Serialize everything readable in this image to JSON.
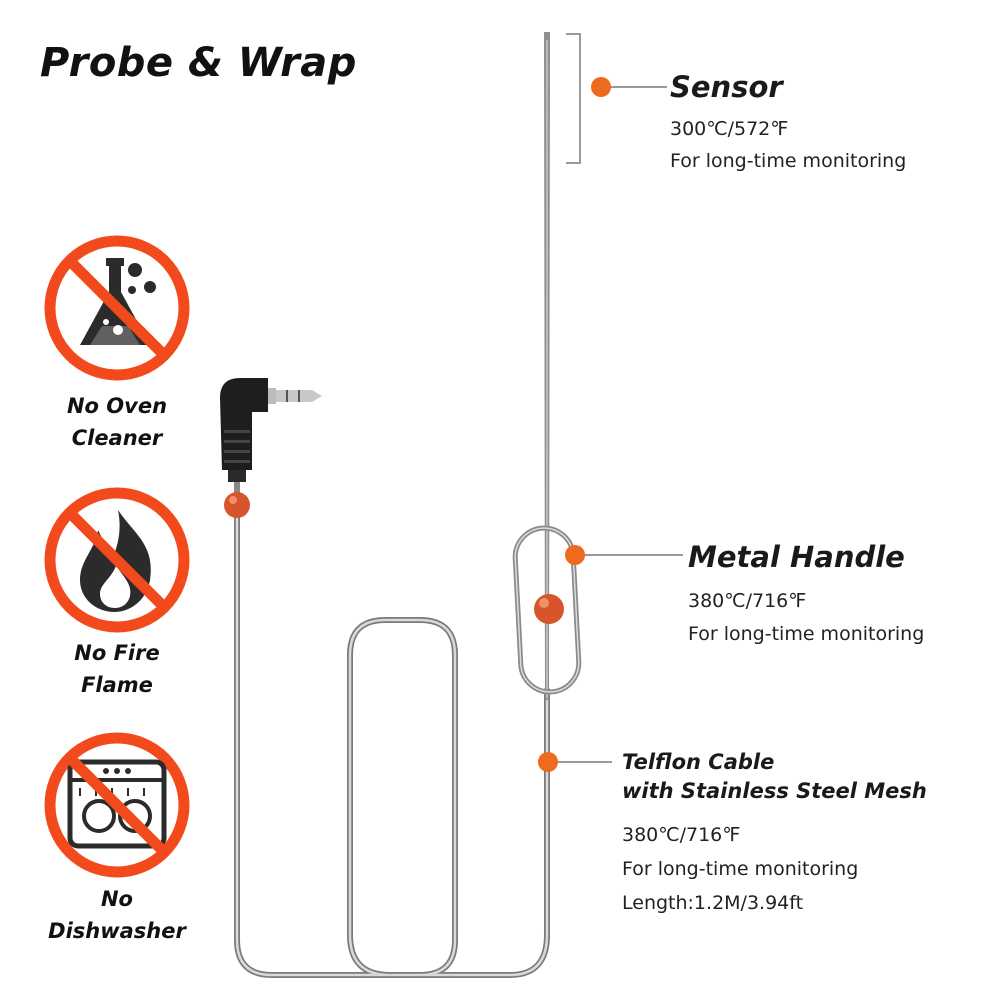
{
  "title": "Probe & Wrap",
  "warnings": [
    {
      "icon": "chemical-flask-icon",
      "lines": [
        "No Oven",
        "Cleaner"
      ]
    },
    {
      "icon": "fire-flame-icon",
      "lines": [
        "No Fire",
        "Flame"
      ]
    },
    {
      "icon": "dishwasher-icon",
      "lines": [
        "No",
        "Dishwasher"
      ]
    }
  ],
  "callouts": {
    "sensor": {
      "title": "Sensor",
      "temp": "300℃/572℉",
      "note": "For long-time monitoring"
    },
    "handle": {
      "title": "Metal Handle",
      "temp": "380℃/716℉",
      "note": "For long-time monitoring"
    },
    "cable": {
      "title_line1": "Telflon Cable",
      "title_line2": "with Stainless Steel Mesh",
      "temp": "380℃/716℉",
      "note": "For long-time monitoring",
      "length": "Length:1.2M/3.94ft"
    }
  },
  "colors": {
    "accent": "#ee6a1f",
    "prohibition_red": "#f24a1d",
    "icon_dark": "#2b2b2b",
    "steel": "#8a8a8a"
  }
}
